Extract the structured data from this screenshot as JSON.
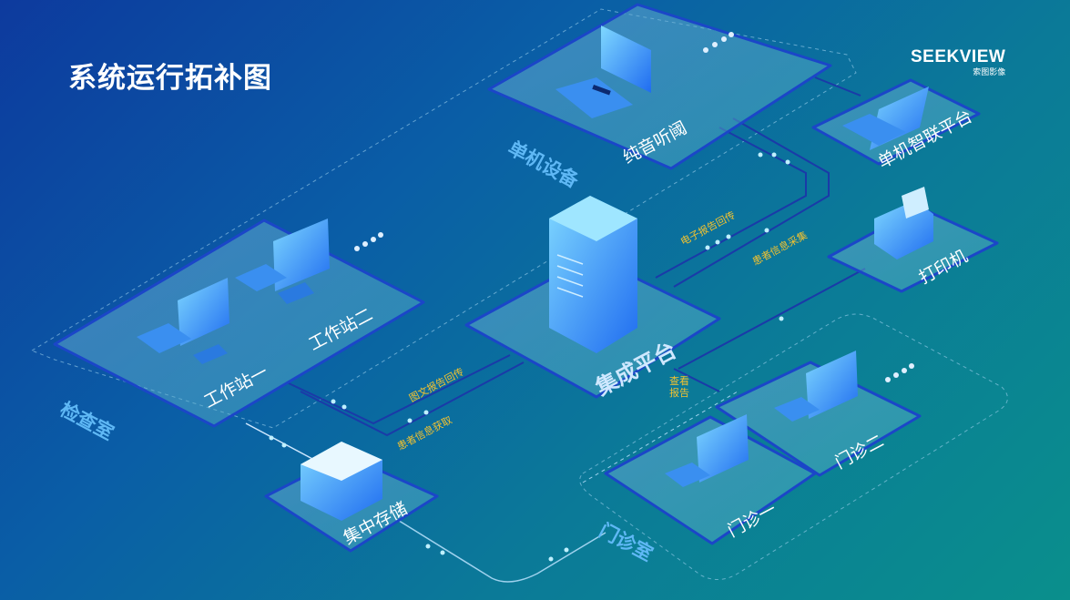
{
  "title": "系统运行拓补图",
  "logo": {
    "brand": "SEEKVIEW",
    "subtitle": "索图影像"
  },
  "zones": {
    "exam_room": "检查室",
    "standalone_devices": "单机设备",
    "clinic_room": "门诊室"
  },
  "nodes": {
    "workstation1": "工作站一",
    "workstation2": "工作站二",
    "audiometer": "纯音听阈",
    "smart_platform": "单机智联平台",
    "printer": "打印机",
    "integration_platform": "集成平台",
    "central_storage": "集中存储",
    "clinic1": "门诊一",
    "clinic2": "门诊二"
  },
  "flows": {
    "e_report_return": "电子报告回传",
    "patient_info_collect": "患者信息采集",
    "graphic_report_return": "图文报告回传",
    "patient_info_fetch": "患者信息获取",
    "view_report": "查看报告"
  },
  "colors": {
    "flow_text": "#f2c230",
    "zone_text": "#5fb8f5",
    "line": "#1a3aa8"
  }
}
